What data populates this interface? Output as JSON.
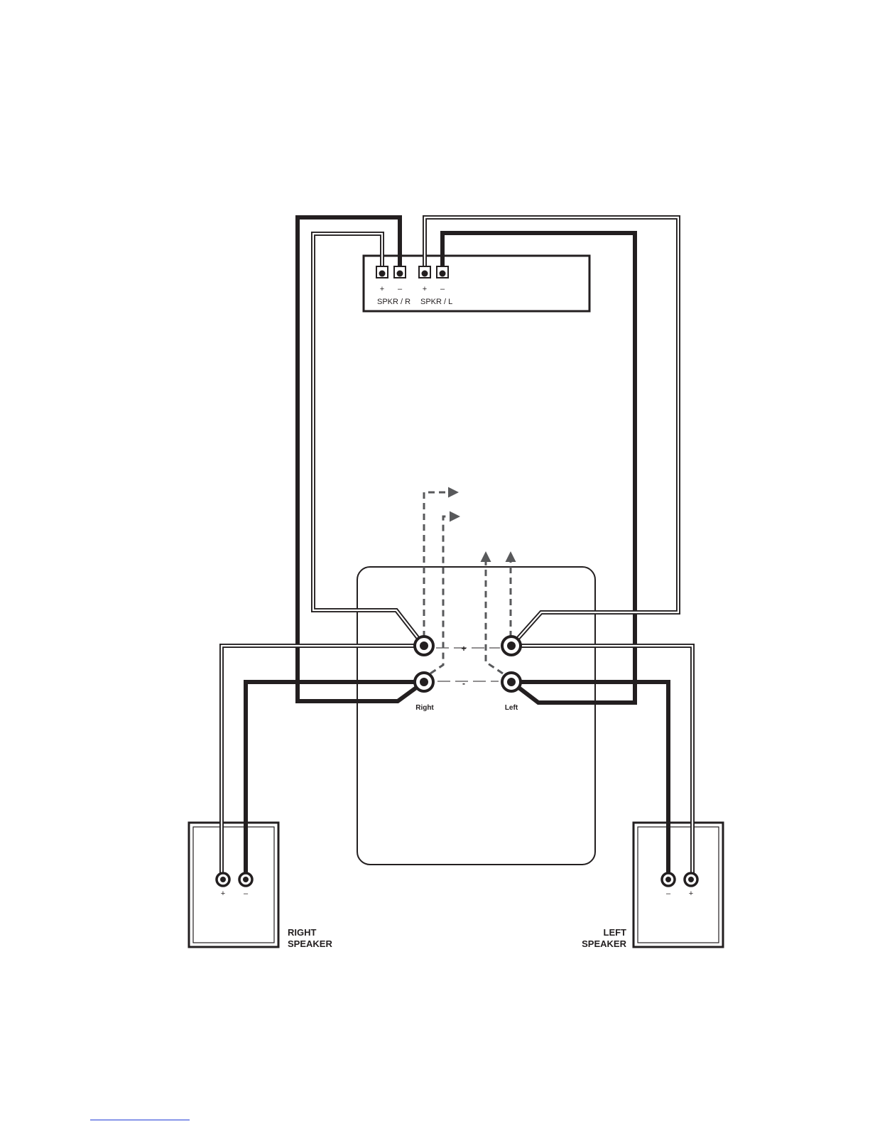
{
  "amp": {
    "right_label": "SPKR / R",
    "left_label": "SPKR / L",
    "plus": "+",
    "minus": "–"
  },
  "sub": {
    "right_label": "Right",
    "left_label": "Left",
    "plus": "+",
    "minus": "-"
  },
  "speakers": {
    "right_line1": "RIGHT",
    "right_line2": "SPEAKER",
    "left_line1": "LEFT",
    "left_line2": "SPEAKER",
    "plus": "+",
    "minus": "–"
  },
  "colors": {
    "ink": "#231f20",
    "arrow": "#58595b",
    "footer_rule": "#1f3bd6"
  }
}
